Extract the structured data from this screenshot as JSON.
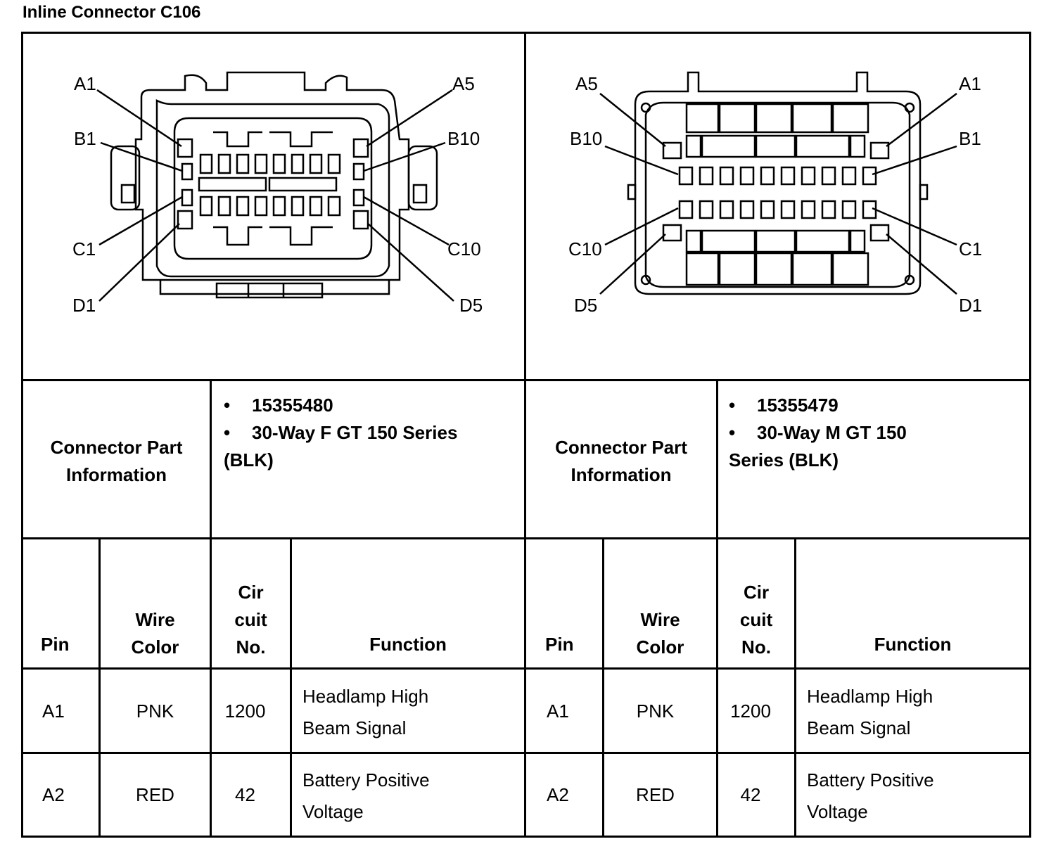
{
  "title": "Inline Connector C106",
  "left": {
    "labels": {
      "A1": "A1",
      "A5": "A5",
      "B1": "B1",
      "B10": "B10",
      "C1": "C1",
      "C10": "C10",
      "D1": "D1",
      "D5": "D5"
    },
    "part_heading_1": "Connector Part",
    "part_heading_2": "Information",
    "part_number": "15355480",
    "part_desc_1": "30-Way F GT 150 Series",
    "part_desc_2": "(BLK)",
    "headers": {
      "pin": "Pin",
      "wire_1": "Wire",
      "wire_2": "Color",
      "cir_1": "Cir",
      "cir_2": "cuit",
      "cir_3": "No.",
      "function": "Function"
    },
    "rows": [
      {
        "pin": "A1",
        "color": "PNK",
        "circuit": "1200",
        "func_1": "Headlamp High",
        "func_2": "Beam Signal"
      },
      {
        "pin": "A2",
        "color": "RED",
        "circuit": "42",
        "func_1": "Battery Positive",
        "func_2": "Voltage"
      }
    ]
  },
  "right": {
    "labels": {
      "A1": "A1",
      "A5": "A5",
      "B1": "B1",
      "B10": "B10",
      "C1": "C1",
      "C10": "C10",
      "D1": "D1",
      "D5": "D5"
    },
    "part_heading_1": "Connector Part",
    "part_heading_2": "Information",
    "part_number": "15355479",
    "part_desc_1": "30-Way M GT 150",
    "part_desc_2": "Series (BLK)",
    "headers": {
      "pin": "Pin",
      "wire_1": "Wire",
      "wire_2": "Color",
      "cir_1": "Cir",
      "cir_2": "cuit",
      "cir_3": "No.",
      "function": "Function"
    },
    "rows": [
      {
        "pin": "A1",
        "color": "PNK",
        "circuit": "1200",
        "func_1": "Headlamp High",
        "func_2": "Beam Signal"
      },
      {
        "pin": "A2",
        "color": "RED",
        "circuit": "42",
        "func_1": "Battery Positive",
        "func_2": "Voltage"
      }
    ]
  },
  "bullet": "•"
}
